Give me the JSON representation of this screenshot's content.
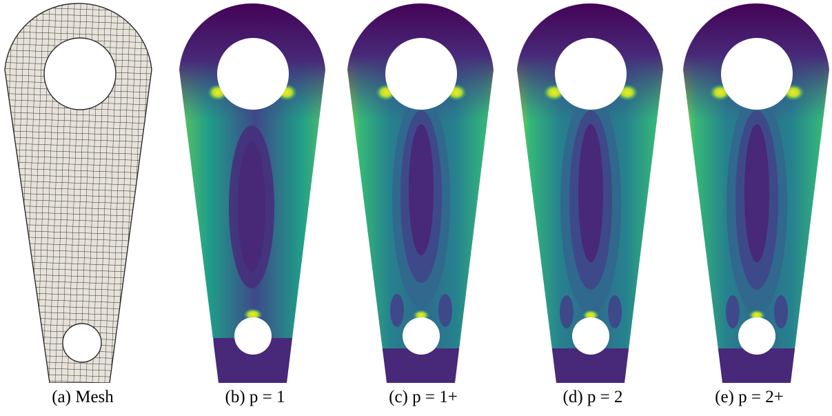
{
  "figure": {
    "panels": [
      {
        "caption": "(a) Mesh",
        "kind": "mesh"
      },
      {
        "caption": "(b) p = 1",
        "kind": "stress"
      },
      {
        "caption": "(c) p = 1+",
        "kind": "stress"
      },
      {
        "caption": "(d) p = 2",
        "kind": "stress"
      },
      {
        "caption": "(e) p = 2+",
        "kind": "stress"
      }
    ],
    "colors": {
      "mesh_fill": "#e7e3da",
      "mesh_line": "#2a2a2a",
      "colormap": [
        "#440154",
        "#482878",
        "#3e4989",
        "#31688e",
        "#26828e",
        "#1f9e89",
        "#35b779",
        "#6ece58",
        "#b5de2b",
        "#fde725"
      ]
    }
  }
}
